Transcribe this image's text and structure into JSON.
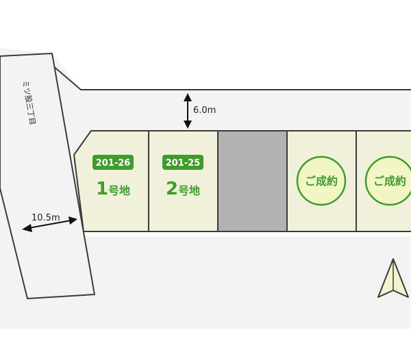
{
  "roads": {
    "side_road_label": "ミツ股三丁目",
    "main_road_width": "6.0m",
    "side_road_width": "10.5m"
  },
  "lots": [
    {
      "number": "201-26",
      "digit": "1",
      "suffix": "号地"
    },
    {
      "number": "201-25",
      "digit": "2",
      "suffix": "号地"
    }
  ],
  "sold": [
    {
      "label": "ご成約"
    },
    {
      "label": "ご成約"
    }
  ],
  "colors": {
    "lot_fill": "#f1f1db",
    "outline": "#3a3a3a",
    "road_fill": "#f3f3f3",
    "accent_green": "#3f9c2c",
    "sold_fill": "#f2f5c4",
    "driveway": "#b2b2b2"
  },
  "compass": {
    "icon": "north-arrow-icon"
  }
}
